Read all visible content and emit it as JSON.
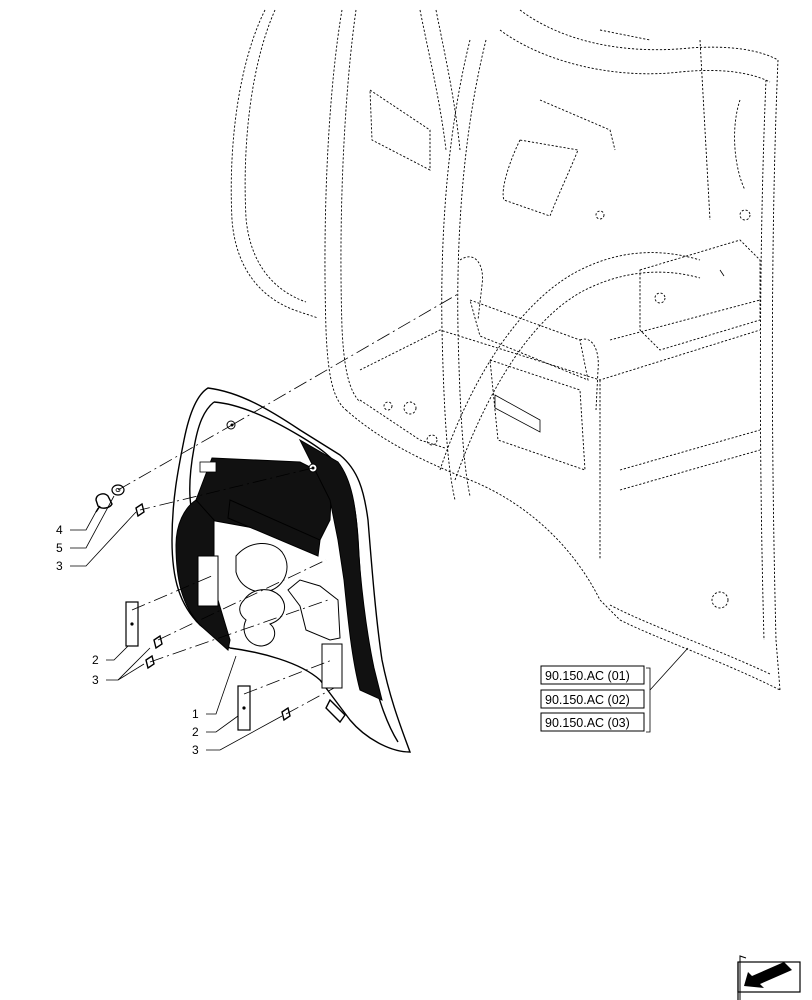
{
  "callouts": [
    {
      "label": "4"
    },
    {
      "label": "5"
    },
    {
      "label": "3"
    },
    {
      "label": "2"
    },
    {
      "label": "3"
    },
    {
      "label": "1"
    },
    {
      "label": "2"
    },
    {
      "label": "3"
    }
  ],
  "references": [
    {
      "label": "90.150.AC (01)"
    },
    {
      "label": "90.150.AC (02)"
    },
    {
      "label": "90.150.AC (03)"
    }
  ],
  "icons": {
    "nav": "next-page-arrow-icon"
  }
}
